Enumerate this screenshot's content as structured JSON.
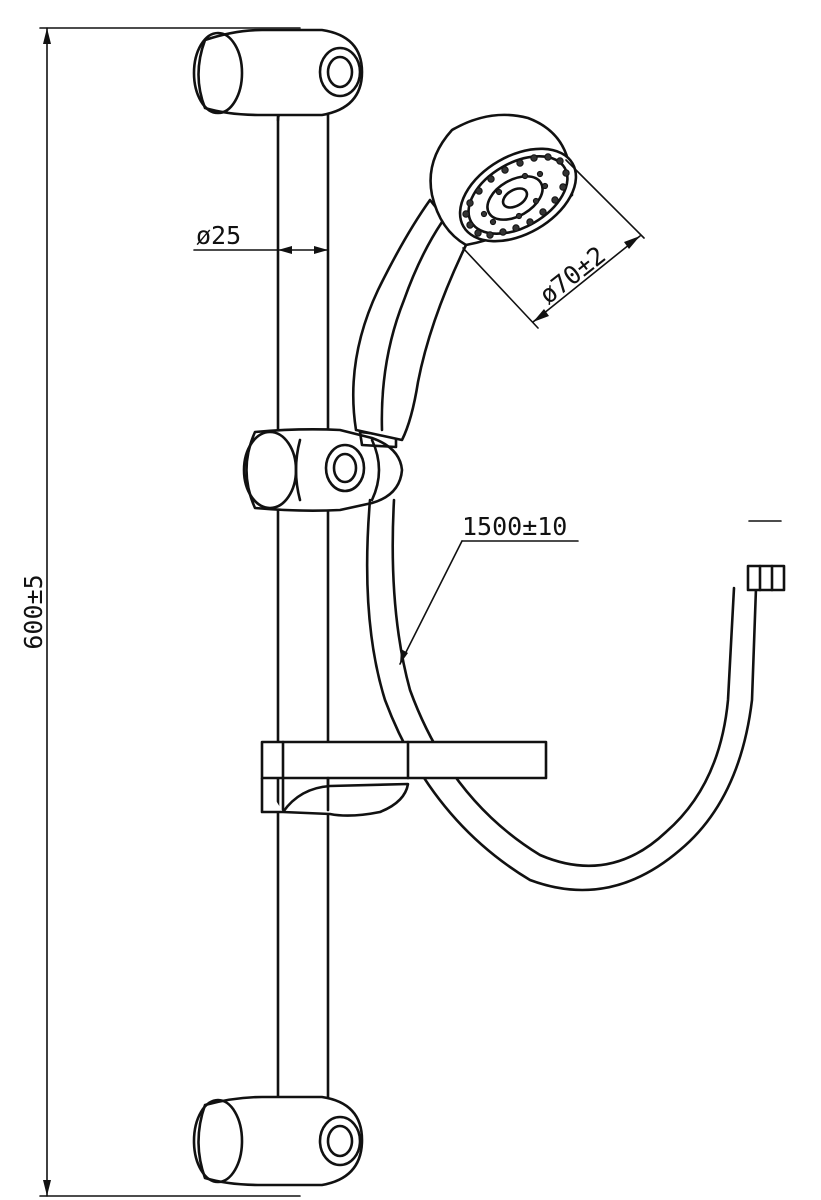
{
  "dimensions": {
    "bar_length": "600±5",
    "bar_diameter": "ø25",
    "head_diameter": "ø70±2",
    "hose_length": "1500±10"
  }
}
